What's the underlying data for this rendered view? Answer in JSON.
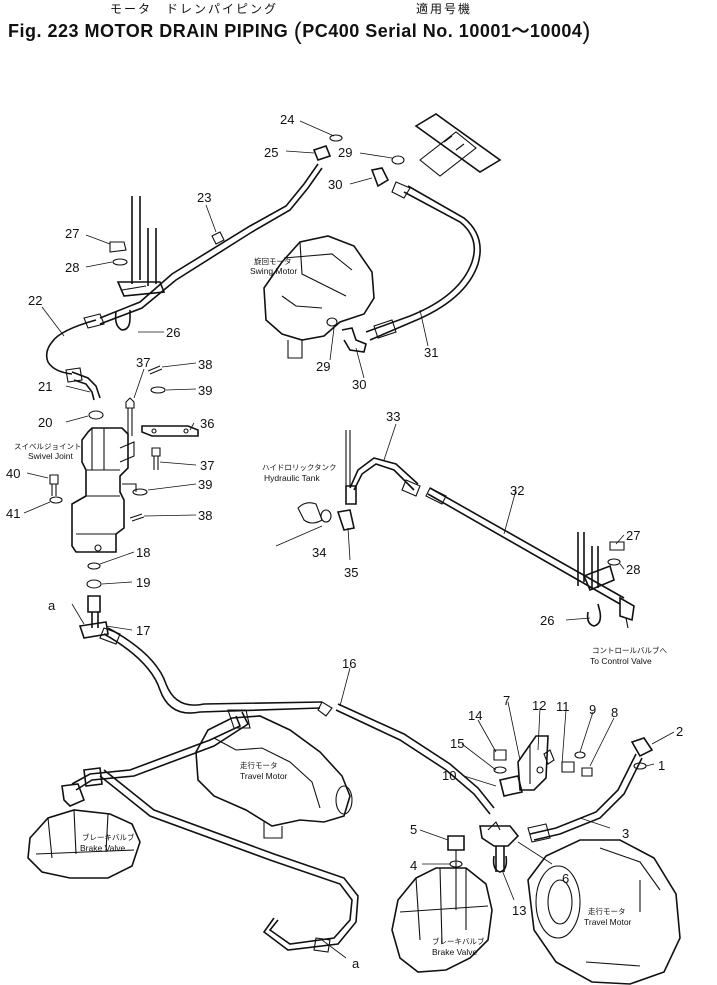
{
  "header": {
    "jp_title": "モータ　ドレンパイピング",
    "jp_model": "適用号機",
    "title": "Fig. 223 MOTOR DRAIN PIPING",
    "serial": "PC400 Serial No. 10001～10004"
  },
  "components": {
    "swing_motor": {
      "jp": "旋回モータ",
      "en": "Swing Motor"
    },
    "swivel_joint": {
      "jp": "スイベルジョイント",
      "en": "Swivel Joint"
    },
    "hydraulic_tank": {
      "jp": "ハイドロリックタンク",
      "en": "Hydraulic Tank"
    },
    "control_valve": {
      "jp": "コントロールバルブへ",
      "en": "To Control Valve"
    },
    "travel_motor_left": {
      "jp": "走行モータ",
      "en": "Travel Motor"
    },
    "brake_valve_left": {
      "jp": "ブレーキバルブ",
      "en": "Brake Valve"
    },
    "brake_valve_right": {
      "jp": "ブレーキバルブ",
      "en": "Brake Valve"
    },
    "travel_motor_right": {
      "jp": "走行モータ",
      "en": "Travel Motor"
    }
  },
  "callouts": [
    "24",
    "25",
    "29",
    "30",
    "23",
    "27",
    "28",
    "26",
    "22",
    "29",
    "30",
    "31",
    "37",
    "38",
    "39",
    "21",
    "20",
    "36",
    "37",
    "39",
    "40",
    "41",
    "38",
    "18",
    "19",
    "17",
    "33",
    "32",
    "34",
    "35",
    "27",
    "28",
    "26",
    "16",
    "7",
    "12",
    "11",
    "9",
    "8",
    "14",
    "15",
    "10",
    "2",
    "1",
    "3",
    "5",
    "4",
    "6",
    "13"
  ],
  "connection_markers": [
    "a",
    "a"
  ]
}
